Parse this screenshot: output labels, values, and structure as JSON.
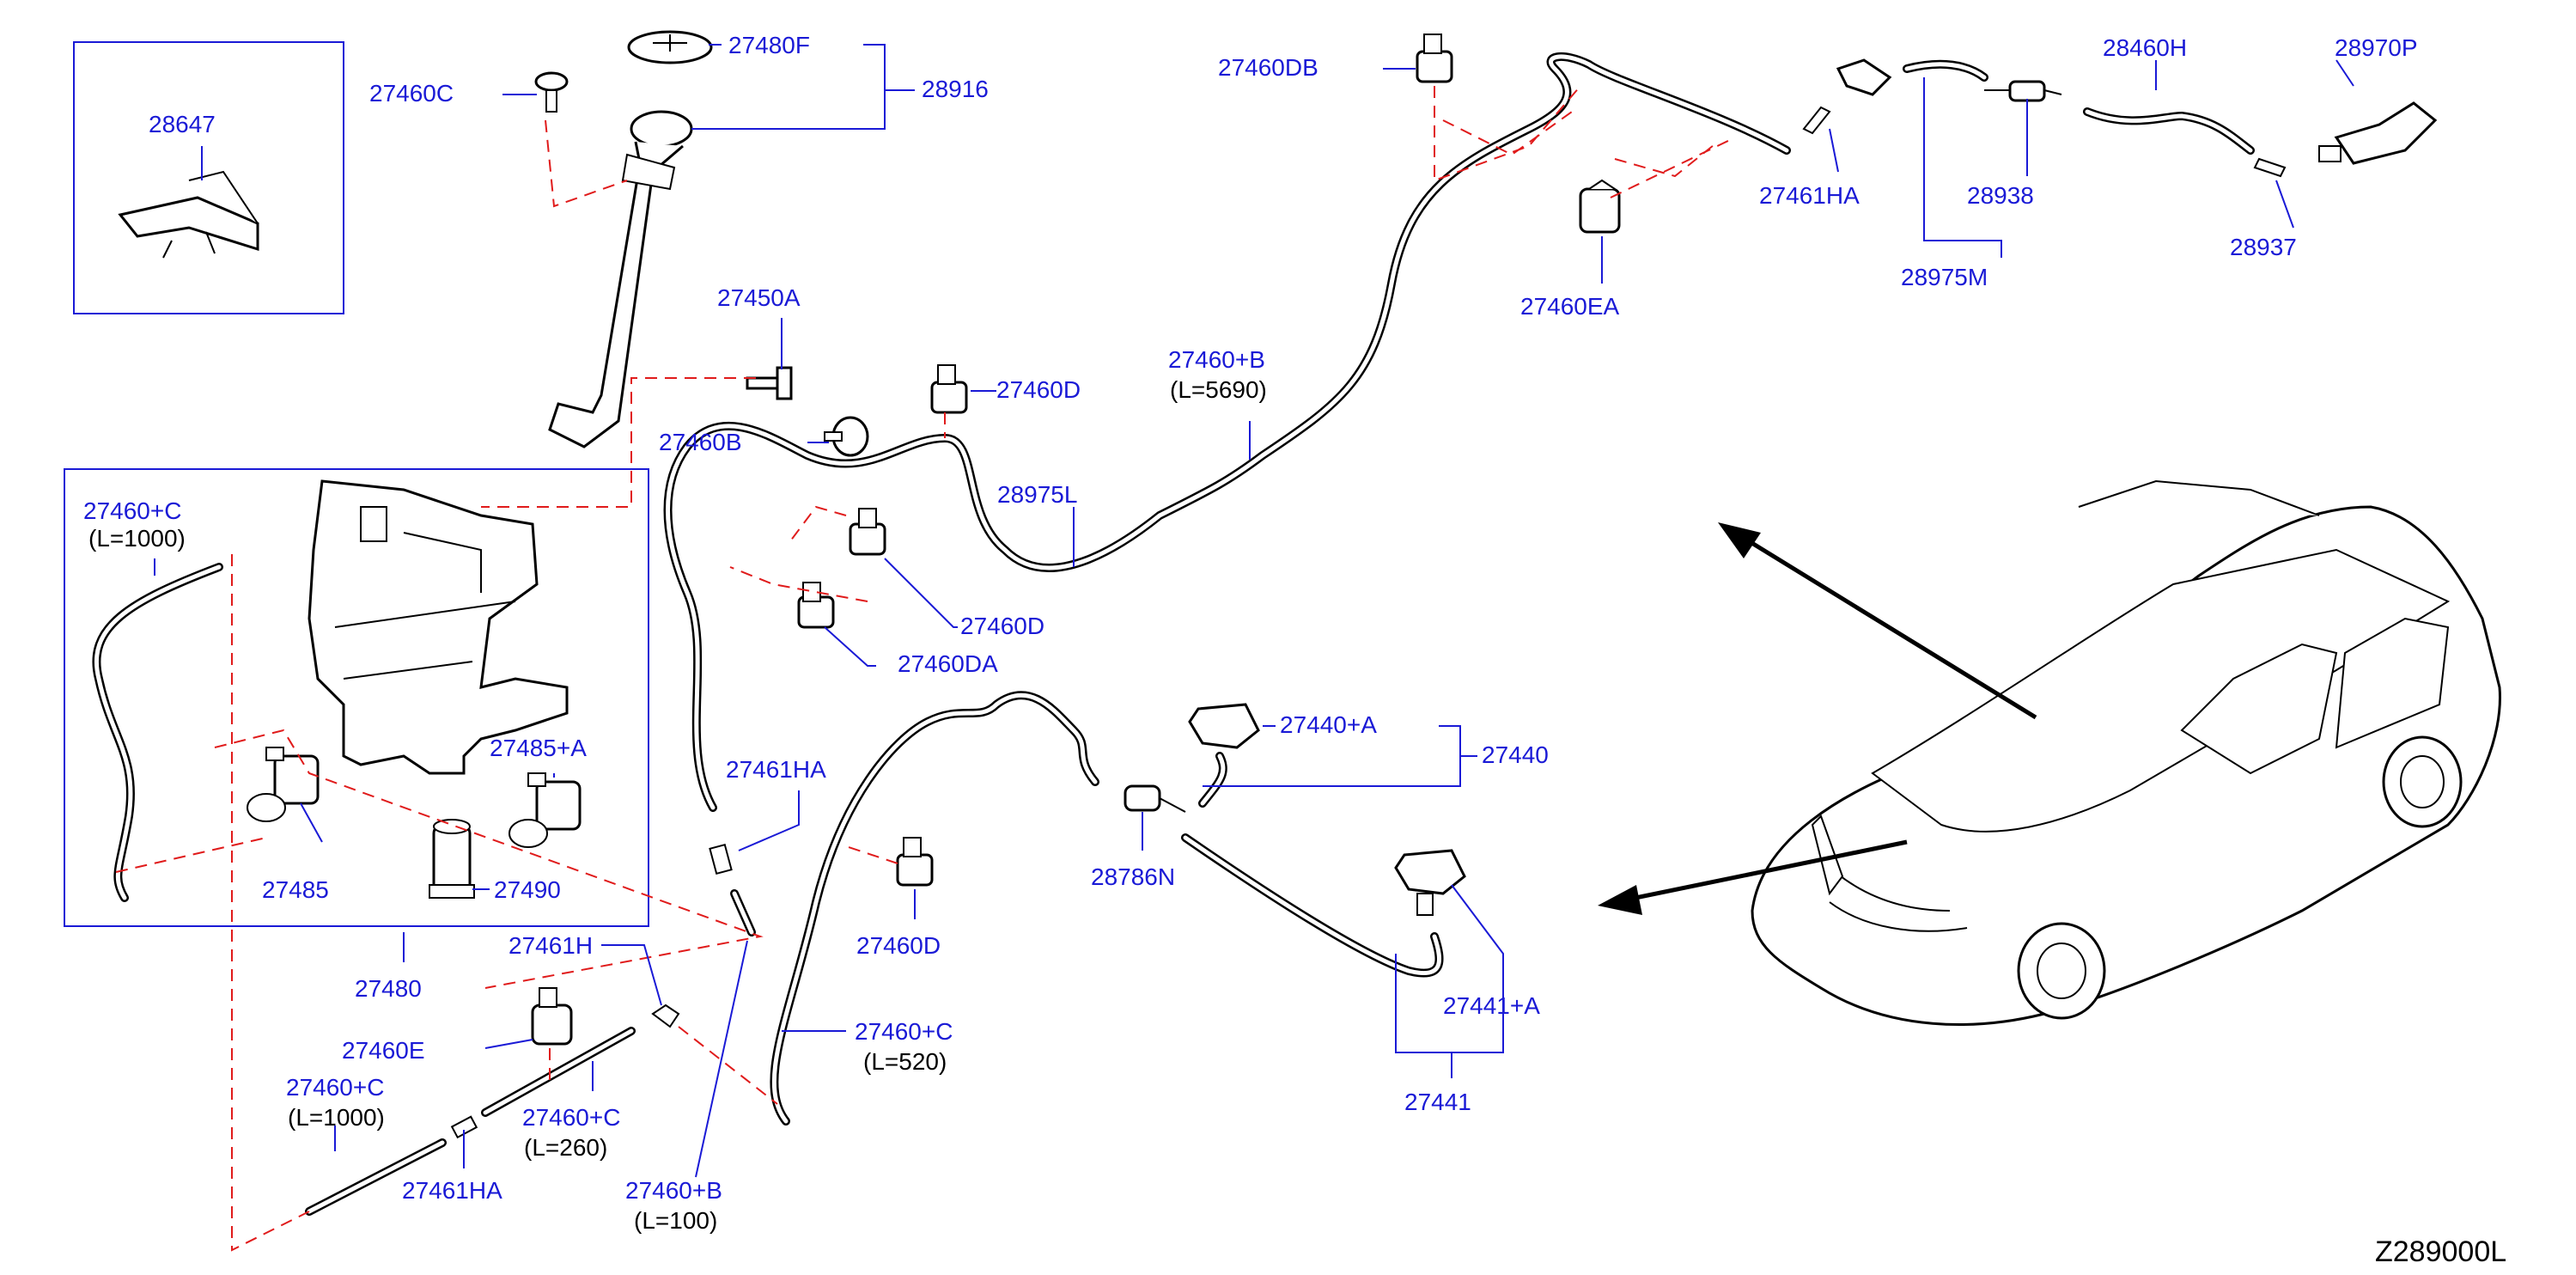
{
  "diagram_code": "Z289000L",
  "labels": {
    "l28647": "28647",
    "l27460C": "27460C",
    "l27480F": "27480F",
    "l28916": "28916",
    "l27460DB": "27460DB",
    "l28460H": "28460H",
    "l28970P": "28970P",
    "l27461HA_top": "27461HA",
    "l28938": "28938",
    "l28975M": "28975M",
    "l28937": "28937",
    "l27460EA": "27460EA",
    "l27450A": "27450A",
    "l27460D_a": "27460D",
    "l27460B_len": "27460+B",
    "l27460B_len_sub": "(L=5690)",
    "l27460B": "27460B",
    "l28975L": "28975L",
    "l27460C_1000_top": "27460+C",
    "l27460C_1000_top_sub": "(L=1000)",
    "l27460D_b": "27460D",
    "l27460DA": "27460DA",
    "l27485A": "27485+A",
    "l27485": "27485",
    "l27490": "27490",
    "l27461HA_mid": "27461HA",
    "l27440A": "27440+A",
    "l27440": "27440",
    "l28786N": "28786N",
    "l27460D_c": "27460D",
    "l27480": "27480",
    "l27461H": "27461H",
    "l27460E": "27460E",
    "l27460C_520": "27460+C",
    "l27460C_520_sub": "(L=520)",
    "l27441A": "27441+A",
    "l27441": "27441",
    "l27460C_1000_bot": "27460+C",
    "l27460C_1000_bot_sub": "(L=1000)",
    "l27460C_260": "27460+C",
    "l27460C_260_sub": "(L=260)",
    "l27461HA_bot": "27461HA",
    "l27460B_100": "27460+B",
    "l27460B_100_sub": "(L=100)"
  },
  "colors": {
    "label": "#1a1ad6",
    "leader": "#1a1ad6",
    "dashed_reference": "#e01b1b",
    "part_outline": "#000000"
  }
}
